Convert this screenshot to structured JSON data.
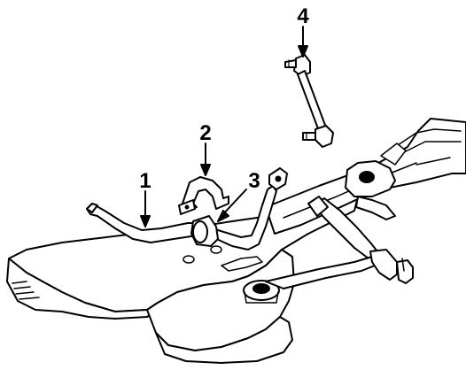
{
  "callouts": [
    {
      "number": "1"
    },
    {
      "number": "2"
    },
    {
      "number": "3"
    },
    {
      "number": "4"
    }
  ]
}
